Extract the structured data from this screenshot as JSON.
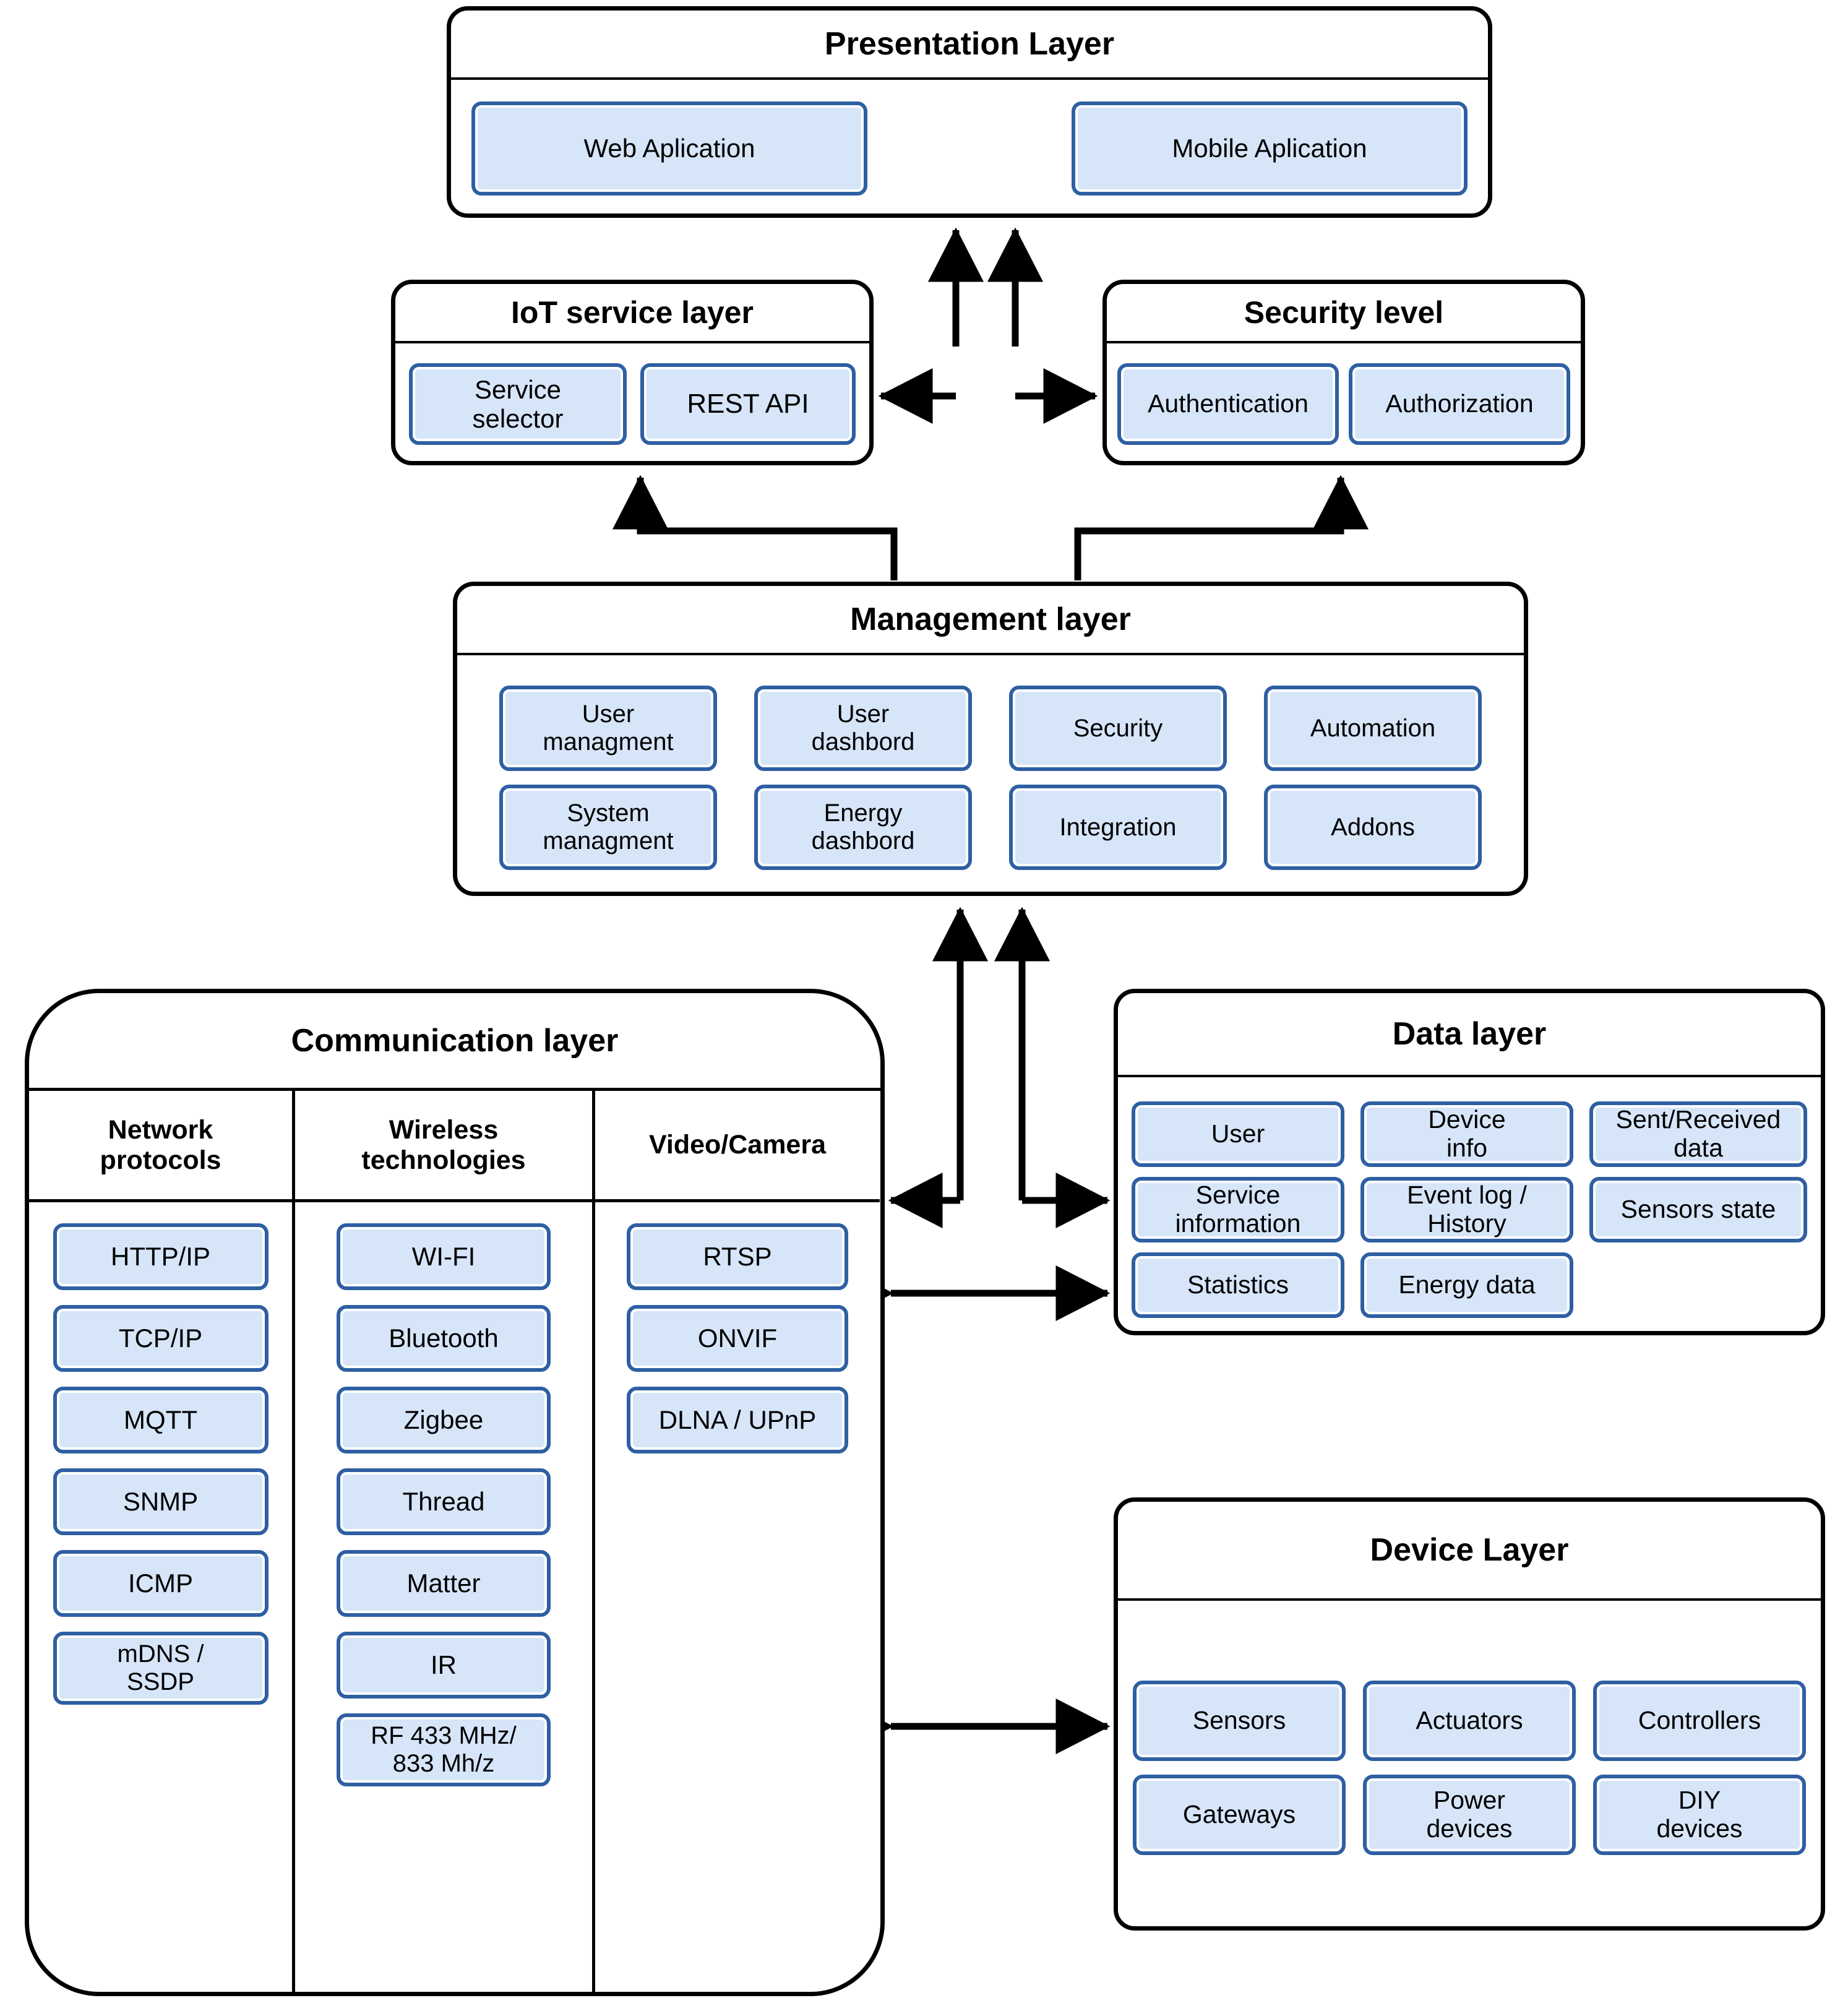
{
  "diagram": {
    "title": "IoT smart home multi-layer architecture",
    "colors": {
      "box_fill": "#d6e5f8",
      "box_border": "#2e5fa3",
      "layer_border": "#000000",
      "background": "#ffffff"
    }
  },
  "presentation": {
    "title": "Presentation Layer",
    "items": [
      {
        "label": "Web Aplication"
      },
      {
        "label": "Mobile Aplication"
      }
    ]
  },
  "iot_service": {
    "title": "IoT service layer",
    "items": [
      {
        "label": "Service\nselector"
      },
      {
        "label": "REST API"
      }
    ]
  },
  "security_level": {
    "title": "Security level",
    "items": [
      {
        "label": "Authentication"
      },
      {
        "label": "Authorization"
      }
    ]
  },
  "management": {
    "title": "Management layer",
    "rows": [
      [
        {
          "label": "User\nmanagment"
        },
        {
          "label": "User\ndashbord"
        },
        {
          "label": "Security"
        },
        {
          "label": "Automation"
        }
      ],
      [
        {
          "label": "System\nmanagment"
        },
        {
          "label": "Energy\ndashbord"
        },
        {
          "label": "Integration"
        },
        {
          "label": "Addons"
        }
      ]
    ]
  },
  "communication": {
    "title": "Communication layer",
    "columns": [
      {
        "header": "Network\nprotocols",
        "items": [
          {
            "label": "HTTP/IP"
          },
          {
            "label": "TCP/IP"
          },
          {
            "label": "MQTT"
          },
          {
            "label": "SNMP"
          },
          {
            "label": "ICMP"
          },
          {
            "label": "mDNS /\nSSDP"
          }
        ]
      },
      {
        "header": "Wireless\ntechnologies",
        "items": [
          {
            "label": "WI-FI"
          },
          {
            "label": "Bluetooth"
          },
          {
            "label": "Zigbee"
          },
          {
            "label": "Thread"
          },
          {
            "label": "Matter"
          },
          {
            "label": "IR"
          },
          {
            "label": "RF 433 MHz/\n833 Mh/z"
          }
        ]
      },
      {
        "header": "Video/Camera",
        "items": [
          {
            "label": "RTSP"
          },
          {
            "label": "ONVIF"
          },
          {
            "label": "DLNA / UPnP"
          }
        ]
      }
    ]
  },
  "data_layer": {
    "title": "Data layer",
    "rows": [
      [
        {
          "label": "User"
        },
        {
          "label": "Device\ninfo"
        },
        {
          "label": "Sent/Received\ndata"
        }
      ],
      [
        {
          "label": "Service\ninformation"
        },
        {
          "label": "Event log /\nHistory"
        },
        {
          "label": "Sensors state"
        }
      ],
      [
        {
          "label": "Statistics"
        },
        {
          "label": "Energy data"
        }
      ]
    ]
  },
  "device_layer": {
    "title": "Device Layer",
    "rows": [
      [
        {
          "label": "Sensors"
        },
        {
          "label": "Actuators"
        },
        {
          "label": "Controllers"
        }
      ],
      [
        {
          "label": "Gateways"
        },
        {
          "label": "Power\ndevices"
        },
        {
          "label": "DIY\ndevices"
        }
      ]
    ]
  },
  "connections": [
    {
      "from": "iot_service",
      "to": "presentation",
      "direction": "up"
    },
    {
      "from": "security_level",
      "to": "presentation",
      "direction": "up"
    },
    {
      "from": "trunk",
      "to": "iot_service",
      "direction": "left"
    },
    {
      "from": "trunk",
      "to": "security_level",
      "direction": "right"
    },
    {
      "from": "management",
      "to": "iot_service",
      "direction": "up"
    },
    {
      "from": "management",
      "to": "security_level",
      "direction": "up"
    },
    {
      "from": "communication",
      "to": "management",
      "direction": "up"
    },
    {
      "from": "data_layer",
      "to": "management",
      "direction": "up"
    },
    {
      "from": "communication",
      "to": "data_layer",
      "direction": "both"
    },
    {
      "from": "communication",
      "to": "device_layer",
      "direction": "both"
    }
  ]
}
